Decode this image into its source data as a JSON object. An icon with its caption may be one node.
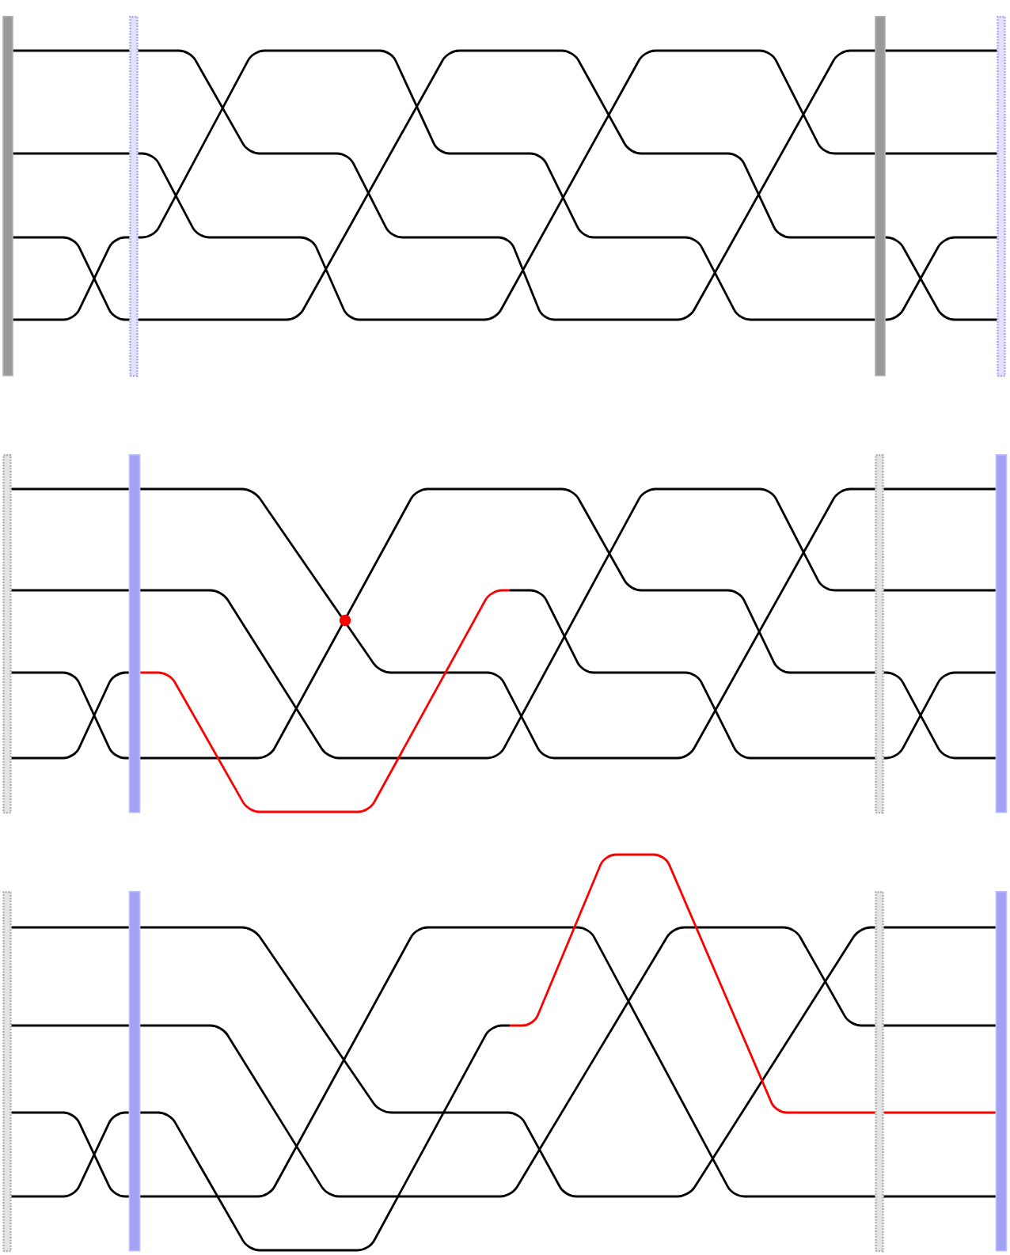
{
  "diagram": {
    "nodes": [
      {
        "text": [],
        "shape": "bar"
      },
      {
        "text": [],
        "shape": "bar"
      },
      {
        "text": [],
        "shape": "bar"
      },
      {
        "text": [],
        "shape": "bar"
      },
      {
        "text": [],
        "shape": "bar"
      },
      {
        "text": [],
        "shape": "bar"
      },
      {
        "text": [],
        "shape": "bar"
      },
      {
        "text": [],
        "shape": "bar"
      },
      {
        "text": [],
        "shape": "bar"
      },
      {
        "text": [],
        "shape": "bar"
      },
      {
        "text": [],
        "shape": "bar"
      },
      {
        "text": [],
        "shape": "bar"
      }
    ],
    "edges": [
      {
        "from": 0,
        "to": 1,
        "arrow": "none"
      },
      {
        "from": 0,
        "to": 1,
        "arrow": "none"
      },
      {
        "from": 0,
        "to": 1,
        "arrow": "none"
      },
      {
        "from": 1,
        "to": 2,
        "arrow": "none"
      },
      {
        "from": 2,
        "to": 3,
        "arrow": "none"
      },
      {
        "from": 2,
        "to": 3,
        "arrow": "none"
      },
      {
        "from": 2,
        "to": 3,
        "arrow": "none"
      },
      {
        "from": 4,
        "to": 5,
        "arrow": "none"
      },
      {
        "from": 4,
        "to": 5,
        "arrow": "none"
      },
      {
        "from": 4,
        "to": 5,
        "arrow": "none"
      },
      {
        "from": 5,
        "to": 6,
        "arrow": "none"
      },
      {
        "from": 5,
        "to": 6,
        "arrow": "none",
        "color": "#ff0000"
      },
      {
        "from": 6,
        "to": 7,
        "arrow": "none"
      },
      {
        "from": 6,
        "to": 7,
        "arrow": "none"
      },
      {
        "from": 6,
        "to": 7,
        "arrow": "none"
      },
      {
        "from": 8,
        "to": 9,
        "arrow": "none"
      },
      {
        "from": 8,
        "to": 9,
        "arrow": "none"
      },
      {
        "from": 8,
        "to": 9,
        "arrow": "none"
      },
      {
        "from": 9,
        "to": 10,
        "arrow": "none"
      },
      {
        "from": 9,
        "to": 10,
        "arrow": "none",
        "color": "#ff0000"
      },
      {
        "from": 10,
        "to": 11,
        "arrow": "none"
      },
      {
        "from": 10,
        "to": 11,
        "arrow": "none"
      },
      {
        "from": 10,
        "to": 11,
        "arrow": "none",
        "color": "#ff0000"
      },
      {
        "from": 10,
        "to": 11,
        "arrow": "none"
      }
    ]
  }
}
